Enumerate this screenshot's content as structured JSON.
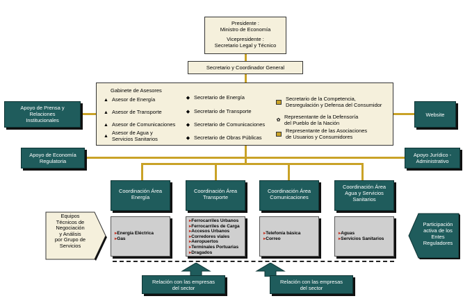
{
  "top": {
    "president": "Presidente :\nMinistro de Economía",
    "vice": "Vicepresidente :\nSecretario Legal y Técnico"
  },
  "coordinator": "Secretario y Coordinador General",
  "cabinet": {
    "title": "Gabinete de Asesores",
    "advisors": [
      "Asesor de Energía",
      "Asesor de Transporte",
      "Asesor de Comunicaciones",
      "Asesor de Agua y\nServicios Sanitarios"
    ],
    "secretaries": [
      "Secretario de Energía",
      "Secretario de Transporte",
      "Secretario de Comunicaciones",
      "Secretario de Obras Públicas"
    ],
    "others": [
      "Secretario de la Competencia,\nDesregulación y Defensa del Consumidor",
      "Representante de la Defensoría\ndel Pueblo de la Nación",
      "Representante de las Asociaciones\nde Usuarios y Consumidores"
    ]
  },
  "side": {
    "press": "Apoyo de Prensa y\nRelaciones\nInstitucionales",
    "website": "Website",
    "economic": "Apoyo de Economía\nRegulatoria",
    "legal": "Apoyo Jurídico -\nAdministrativo"
  },
  "areas": [
    {
      "title": "Coordinación Área\nEnergía",
      "items": [
        "Energía Eléctrica",
        "Gas"
      ]
    },
    {
      "title": "Coordinación Área\nTransporte",
      "items": [
        "Ferrocarriles Urbanos",
        "Ferrocarriles de Carga",
        "Accesos Urbanos",
        "Corredores viales",
        "Aeropuertos",
        "Terminales Portuarias",
        "Dragados"
      ]
    },
    {
      "title": "Coordinación Área\nComunicaciones",
      "items": [
        "Telefonía básica",
        "Correo"
      ]
    },
    {
      "title": "Coordinación Área\nAgua y Servicios\nSanitarios",
      "items": [
        "Aguas",
        "Servicios Sanitarios"
      ]
    }
  ],
  "left_arrow": "Equipos\nTécnicos de\nNegociación\ny Análisis\npor Grupo de\nServicios",
  "right_arrow": "Participación\nactiva de los\nEntes\nReguladores",
  "bottom": [
    "Relación con las empresas\ndel sector",
    "Relación con las empresas\ndel sector"
  ],
  "colors": {
    "teal": "#1f5c5c",
    "beige": "#f5f0dc",
    "connector": "#c9a227",
    "bullet": "#c0392b"
  }
}
